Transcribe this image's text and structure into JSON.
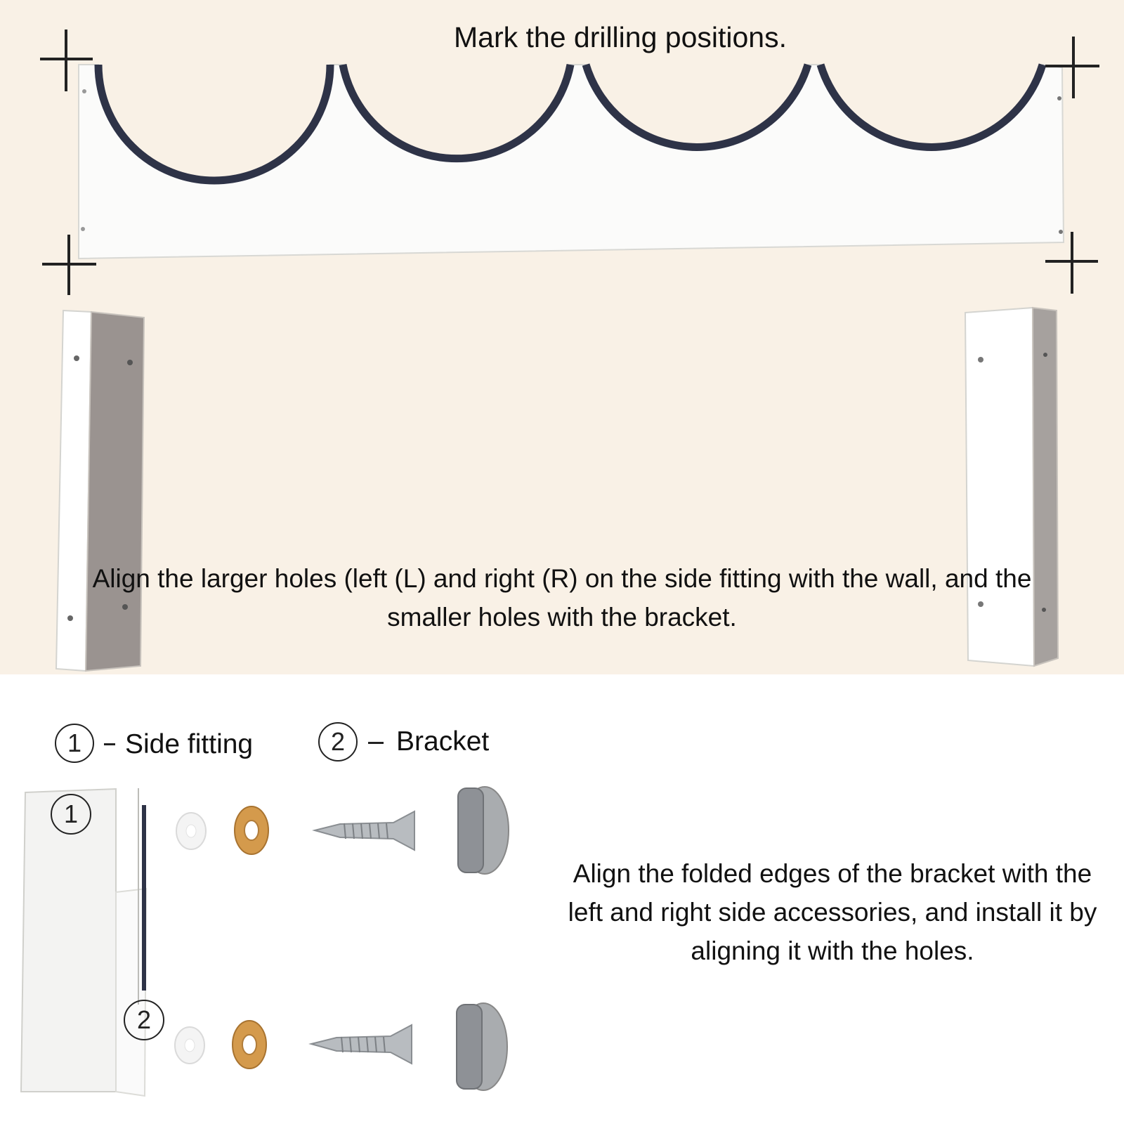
{
  "steps": {
    "mark_positions": "Mark the drilling positions.",
    "align_holes": "Align the larger holes (left (L) and right (R) on the side fitting with the wall, and the smaller holes with the bracket.",
    "align_edges": "Align the folded edges of the bracket with the left and right side accessories, and install it by aligning it with the holes."
  },
  "legend": {
    "item1_number": "1",
    "item1_label": "Side fitting",
    "item2_number": "2",
    "item2_label": "Bracket"
  },
  "part_markers": {
    "marker1": "1",
    "marker2": "2"
  },
  "colors": {
    "top_background": "#f9f1e6",
    "bottom_background": "#ffffff",
    "padding_strip": "#2e3347",
    "text": "#111111"
  }
}
